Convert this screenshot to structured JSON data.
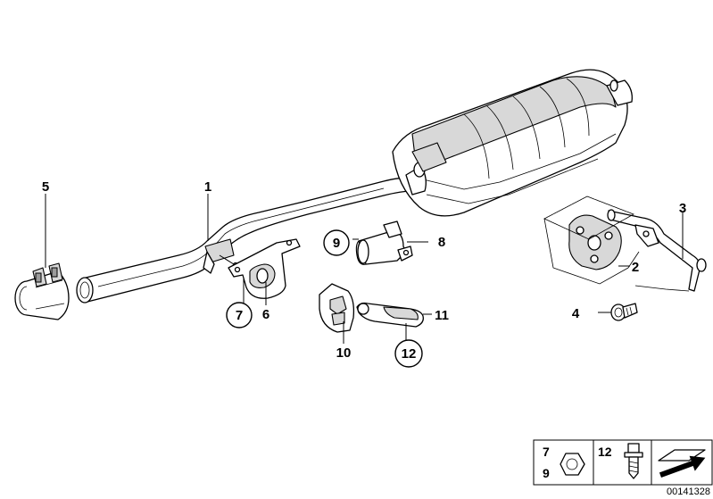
{
  "labels": {
    "p1": "1",
    "p2": "2",
    "p3": "3",
    "p4": "4",
    "p5": "5",
    "p6": "6",
    "p7": "7",
    "p8": "8",
    "p9": "9",
    "p10": "10",
    "p11": "11",
    "p12": "12"
  },
  "legend": {
    "num7": "7",
    "num9": "9",
    "num12": "12"
  },
  "diagram_code": "00141328"
}
